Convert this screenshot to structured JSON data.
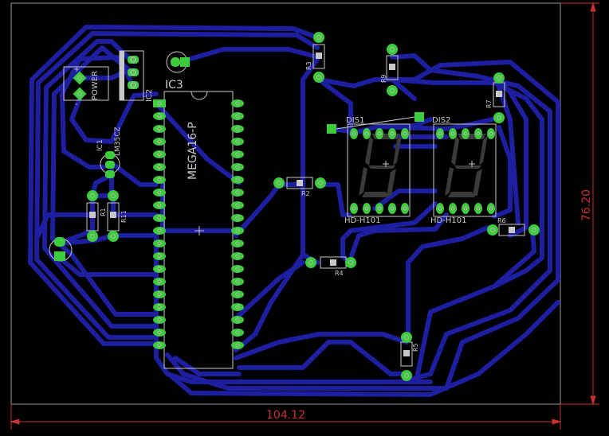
{
  "dimensions": {
    "width_label": "104.12",
    "height_label": "76.20"
  },
  "colors": {
    "background": "#000000",
    "trace": "#1e1ea0",
    "pad": "#3ccc3c",
    "ring": "#b4b4b4",
    "silk": "#c8c8c8",
    "dimension": "#c83232",
    "outline": "#9a9a9a"
  },
  "components": {
    "ic3": {
      "name": "IC3",
      "value": "MEGA16-P"
    },
    "ic2": {
      "name": "IC2"
    },
    "ic1": {
      "name": "IC1",
      "value": "LM35CZ"
    },
    "power": {
      "name": "POWER"
    },
    "dis1": {
      "name": "DIS1",
      "value": "HD-H101"
    },
    "dis2": {
      "name": "DIS2",
      "value": "HD-H101"
    },
    "r1": {
      "name": "R1"
    },
    "r2": {
      "name": "R2"
    },
    "r3": {
      "name": "R3"
    },
    "r4": {
      "name": "R4"
    },
    "r5": {
      "name": "R5"
    },
    "r6": {
      "name": "R6"
    },
    "r7": {
      "name": "R7"
    },
    "r9": {
      "name": "R9"
    },
    "r11": {
      "name": "R11"
    }
  }
}
